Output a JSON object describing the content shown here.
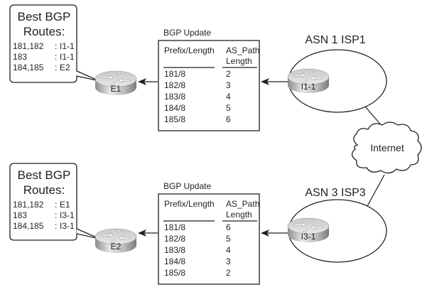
{
  "diagram": {
    "top": {
      "callout": {
        "title_line1": "Best BGP",
        "title_line2": "Routes:",
        "rows": [
          {
            "prefixes": "181,182",
            "sep": ":",
            "next_hop": "I1-1"
          },
          {
            "prefixes": "183",
            "sep": ":",
            "next_hop": "I1-1"
          },
          {
            "prefixes": "184,185",
            "sep": ":",
            "next_hop": "E2"
          }
        ]
      },
      "local_router": {
        "label": "E1",
        "icon": "router-icon"
      },
      "update": {
        "title": "BGP Update",
        "headers": {
          "col1": "Prefix/Length",
          "col2_line1": "AS_Path",
          "col2_line2": "Length"
        },
        "rows": [
          {
            "prefix": "181/8",
            "as_path_length": "2"
          },
          {
            "prefix": "182/8",
            "as_path_length": "3"
          },
          {
            "prefix": "183/8",
            "as_path_length": "4"
          },
          {
            "prefix": "184/8",
            "as_path_length": "5"
          },
          {
            "prefix": "185/8",
            "as_path_length": "6"
          }
        ]
      },
      "isp": {
        "label": "ASN 1 ISP1",
        "router_label": "I1-1",
        "icon": "router-icon"
      }
    },
    "bottom": {
      "callout": {
        "title_line1": "Best BGP",
        "title_line2": "Routes:",
        "rows": [
          {
            "prefixes": "181,182",
            "sep": ":",
            "next_hop": "E1"
          },
          {
            "prefixes": "183",
            "sep": ":",
            "next_hop": "I3-1"
          },
          {
            "prefixes": "184,185",
            "sep": ":",
            "next_hop": "I3-1"
          }
        ]
      },
      "local_router": {
        "label": "E2",
        "icon": "router-icon"
      },
      "update": {
        "title": "BGP Update",
        "headers": {
          "col1": "Prefix/Length",
          "col2_line1": "AS_Path",
          "col2_line2": "Length"
        },
        "rows": [
          {
            "prefix": "181/8",
            "as_path_length": "6"
          },
          {
            "prefix": "182/8",
            "as_path_length": "5"
          },
          {
            "prefix": "183/8",
            "as_path_length": "4"
          },
          {
            "prefix": "184/8",
            "as_path_length": "3"
          },
          {
            "prefix": "185/8",
            "as_path_length": "2"
          }
        ]
      },
      "isp": {
        "label": "ASN 3 ISP3",
        "router_label": "I3-1",
        "icon": "router-icon"
      }
    },
    "internet": {
      "label": "Internet",
      "icon": "cloud-icon"
    },
    "colors": {
      "line": "#231f20",
      "router_top": "#d9d9d9",
      "router_side": "#a6a6a6"
    }
  }
}
